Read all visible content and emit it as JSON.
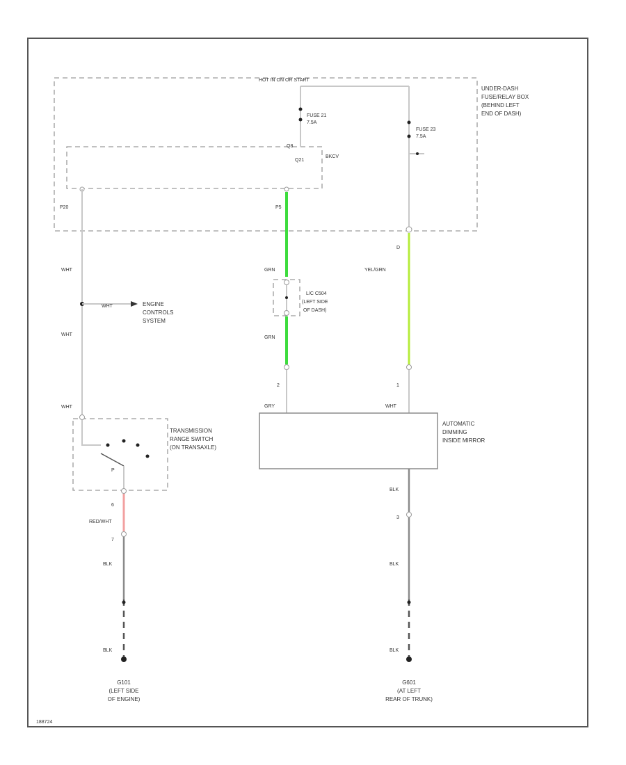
{
  "fuse_box": {
    "top_label": "HOT IN ON OR START",
    "name_lines": [
      "UNDER-DASH",
      "FUSE/RELAY BOX",
      "(BEHIND LEFT",
      "END OF DASH)"
    ],
    "fuse21_lines": [
      "FUSE 21",
      "7.5A"
    ],
    "fuse23_lines": [
      "FUSE 23",
      "7.5A"
    ],
    "pin_q8": "Q8",
    "pin_q21": "Q21",
    "circuit_label": "BKCV",
    "pin_p20": "P20",
    "pin_p5": "P5"
  },
  "wires": {
    "wht_1": "WHT",
    "wht_2": "WHT",
    "wht_3": "WHT",
    "wht_branch": "WHT",
    "grn_1": "GRN",
    "grn_2": "GRN",
    "yel_grn": "YEL/GRN",
    "pin_d": "D",
    "grn_mirror": "GRY",
    "wht_mirror": "WHT",
    "red_wht": "RED/WHT",
    "blk_left_1": "BLK",
    "blk_left_2": "BLK",
    "blk_right_1": "BLK",
    "blk_right_2": "BLK",
    "blk_right_3": "BLK"
  },
  "engine_controls_lines": [
    "ENGINE",
    "CONTROLS",
    "SYSTEM"
  ],
  "connector_c504_lines": [
    "L/C C504",
    "(LEFT SIDE",
    "OF DASH)"
  ],
  "mirror": {
    "label_lines": [
      "AUTOMATIC",
      "DIMMING",
      "INSIDE MIRROR"
    ],
    "pin_2": "2",
    "pin_1": "1",
    "pin_3": "3"
  },
  "range_switch": {
    "label_lines": [
      "TRANSMISSION",
      "RANGE SWITCH",
      "(ON TRANSAXLE)"
    ],
    "p_label": "P",
    "pin_6": "6",
    "pin_7": "7"
  },
  "ground_left_lines": [
    "G101",
    "(LEFT SIDE",
    "OF ENGINE)"
  ],
  "ground_right_lines": [
    "G601",
    "(AT LEFT",
    "REAR OF TRUNK)"
  ],
  "footer_code": "188724"
}
